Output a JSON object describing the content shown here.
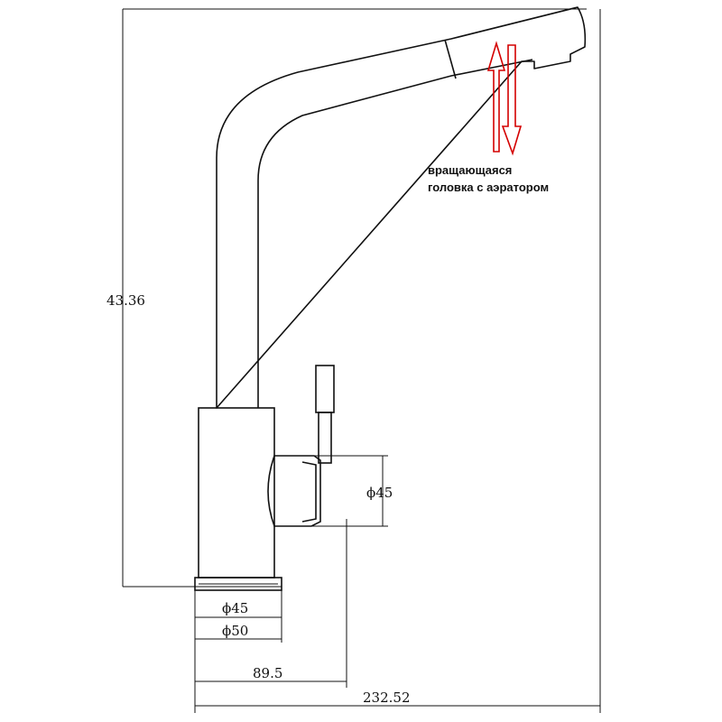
{
  "dimensions": {
    "height": "43.36",
    "handle_diameter": "ϕ45",
    "base_inner_diameter": "ϕ45",
    "base_outer_diameter": "ϕ50",
    "spout_offset": "89.5",
    "total_reach": "232.52"
  },
  "annotation": {
    "line1": "вращающаяся",
    "line2": "головка с аэратором"
  },
  "colors": {
    "outline": "#111111",
    "arrows": "#d40000"
  }
}
